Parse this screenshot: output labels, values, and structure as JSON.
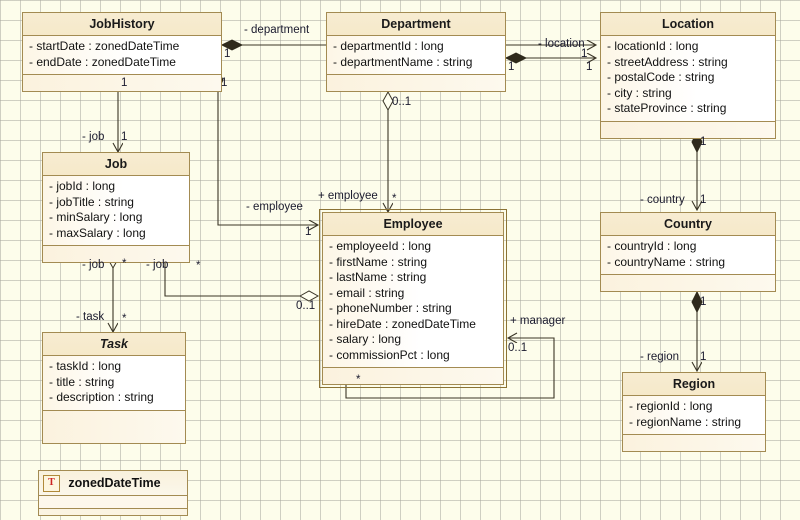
{
  "diagram": {
    "title": "UML Class Diagram",
    "background_color": "#fdfdeb",
    "grid_color": "#aaaaa0",
    "class_border_color": "#a38b52",
    "class_header_color": "#f6e9c9",
    "datatype_icon_letter": "T"
  },
  "classes": [
    {
      "id": "jobhistory",
      "name": "JobHistory",
      "abstract": false,
      "selected": false,
      "attributes": [
        "- startDate : zonedDateTime",
        "- endDate : zonedDateTime"
      ]
    },
    {
      "id": "department",
      "name": "Department",
      "abstract": false,
      "selected": false,
      "attributes": [
        "- departmentId : long",
        "- departmentName : string"
      ]
    },
    {
      "id": "location",
      "name": "Location",
      "abstract": false,
      "selected": false,
      "attributes": [
        "- locationId : long",
        "- streetAddress : string",
        "- postalCode : string",
        "- city : string",
        "- stateProvince : string"
      ]
    },
    {
      "id": "job",
      "name": "Job",
      "abstract": false,
      "selected": false,
      "attributes": [
        "- jobId : long",
        "- jobTitle : string",
        "- minSalary : long",
        "- maxSalary : long"
      ]
    },
    {
      "id": "employee",
      "name": "Employee",
      "abstract": false,
      "selected": true,
      "attributes": [
        "- employeeId : long",
        "- firstName : string",
        "- lastName : string",
        "- email : string",
        "- phoneNumber : string",
        "- hireDate : zonedDateTime",
        "- salary : long",
        "- commissionPct : long"
      ]
    },
    {
      "id": "country",
      "name": "Country",
      "abstract": false,
      "selected": false,
      "attributes": [
        "- countryId : long",
        "- countryName : string"
      ]
    },
    {
      "id": "task",
      "name": "Task",
      "abstract": true,
      "selected": false,
      "attributes": [
        "- taskId : long",
        "- title : string",
        "- description : string"
      ]
    },
    {
      "id": "region",
      "name": "Region",
      "abstract": false,
      "selected": false,
      "attributes": [
        "- regionId : long",
        "- regionName : string"
      ]
    }
  ],
  "datatypes": [
    {
      "id": "zoneddatetime",
      "name": "zonedDateTime",
      "icon": "datatype-icon",
      "icon_letter": "T"
    }
  ],
  "associations": [
    {
      "id": "jobhistory-department",
      "role": "- department",
      "source_mult": "1",
      "target_mult": "1"
    },
    {
      "id": "department-location",
      "role": "- location",
      "source_mult": "1",
      "target_mult": "1"
    },
    {
      "id": "location-country",
      "role": "- country",
      "source_mult": "1",
      "target_mult": "1"
    },
    {
      "id": "country-region",
      "role": "- region",
      "source_mult": "1",
      "target_mult": "1"
    },
    {
      "id": "jobhistory-job",
      "role": "- job",
      "source_mult": "1",
      "target_mult": "1"
    },
    {
      "id": "jobhistory-employee",
      "role": "- employee",
      "source_mult": "1",
      "target_mult": "1"
    },
    {
      "id": "department-employee",
      "role": "+ employee",
      "source_mult": "0..1",
      "target_mult": "*"
    },
    {
      "id": "job-task",
      "role": "- job",
      "source_mult": "*",
      "target_mult": "*"
    },
    {
      "id": "task-task",
      "role": "- task",
      "source_mult": "*",
      "target_mult": "*"
    },
    {
      "id": "employee-job",
      "role": "- job",
      "source_mult": "*",
      "target_mult": "0..1"
    },
    {
      "id": "employee-manager",
      "role": "+ manager",
      "source_mult": "0..1",
      "target_mult": "*"
    }
  ],
  "labels": {
    "department": "- department",
    "location": "- location",
    "country": "- country",
    "region": "- region",
    "job_top": "- job",
    "employee_left": "- employee",
    "employee_plus": "+ employee",
    "job_left": "- job",
    "job_right": "- job",
    "task": "- task",
    "manager": "+ manager",
    "m_jh_dept_l": "1",
    "m_jh_dept_r": "1",
    "m_dept_loc_l": "1",
    "m_dept_loc_r": "1",
    "m_jh_job_top": "1",
    "m_jh_job_bot": "1",
    "m_jh_emp_top": "1",
    "m_jh_emp_bot": "1",
    "m_dept_emp_top": "0..1",
    "m_dept_emp_bot": "*",
    "m_loc_country_top": "1",
    "m_loc_country_bot": "1",
    "m_country_region_top": "1",
    "m_country_region_bot": "1",
    "m_job_task_l": "*",
    "m_job_task_r": "*",
    "m_task_bot": "*",
    "m_emp_job_r": "*",
    "m_emp_job_diamond": "0..1",
    "m_manager": "0..1",
    "m_emp_self": "*"
  }
}
